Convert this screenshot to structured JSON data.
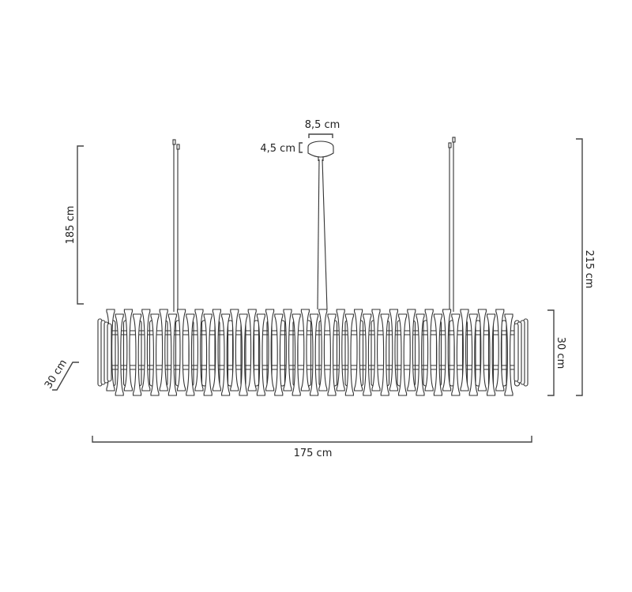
{
  "diagram": {
    "subject": "Linear pendant chandelier dimension drawing",
    "dimensions": {
      "canopy_diameter": "8,5 cm",
      "canopy_height": "4,5 cm",
      "suspension_length": "185 cm",
      "total_height": "215 cm",
      "body_height": "30 cm",
      "body_depth": "30 cm",
      "body_length": "175 cm"
    },
    "colors": {
      "line": "#333333",
      "background": "#ffffff"
    }
  }
}
